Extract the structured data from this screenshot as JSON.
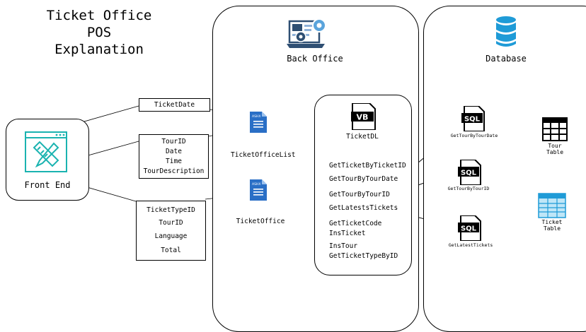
{
  "title_lines": [
    "Ticket Office",
    "POS",
    "Explanation"
  ],
  "front_end": {
    "label": "Front End"
  },
  "back_office": {
    "label": "Back Office",
    "handlers": [
      {
        "name": "TicketOfficeList",
        "badge": "ASHX"
      },
      {
        "name": "TicketOffice",
        "badge": "ASHX"
      }
    ]
  },
  "data_layer": {
    "badge": "VB",
    "label": "TicketDL",
    "methods": [
      "GetTicketByTicketID",
      "GetTourByTourDate",
      "GetTourByTourID",
      "GetLatestsTickets",
      "GetTicketCode",
      "InsTicket",
      "InsTour",
      "GetTicketTypeByID"
    ]
  },
  "database": {
    "label": "Database",
    "procedures": [
      {
        "badge": "SQL",
        "name": "GetTourByTourDate"
      },
      {
        "badge": "SQL",
        "name": "GetTourByTourID"
      },
      {
        "badge": "SQL",
        "name": "GetLatestTickets"
      }
    ],
    "tables": [
      {
        "name": "Tour\nTable",
        "line1": "Tour",
        "line2": "Table"
      },
      {
        "name": "Ticket\nTable",
        "line1": "Ticket",
        "line2": "Table"
      }
    ]
  },
  "fields": {
    "ticket_date": [
      "TicketDate"
    ],
    "tour_response": [
      "TourID",
      "Date",
      "Time",
      "TourDescription"
    ],
    "ticket_request": [
      "TicketTypeID",
      "TourID",
      "Language",
      "Total"
    ]
  },
  "colors": {
    "accent_teal": "#1ab3b0",
    "doc_blue": "#2a6fc6",
    "db_blue": "#1f9bd7",
    "panel_stroke": "#000000"
  }
}
